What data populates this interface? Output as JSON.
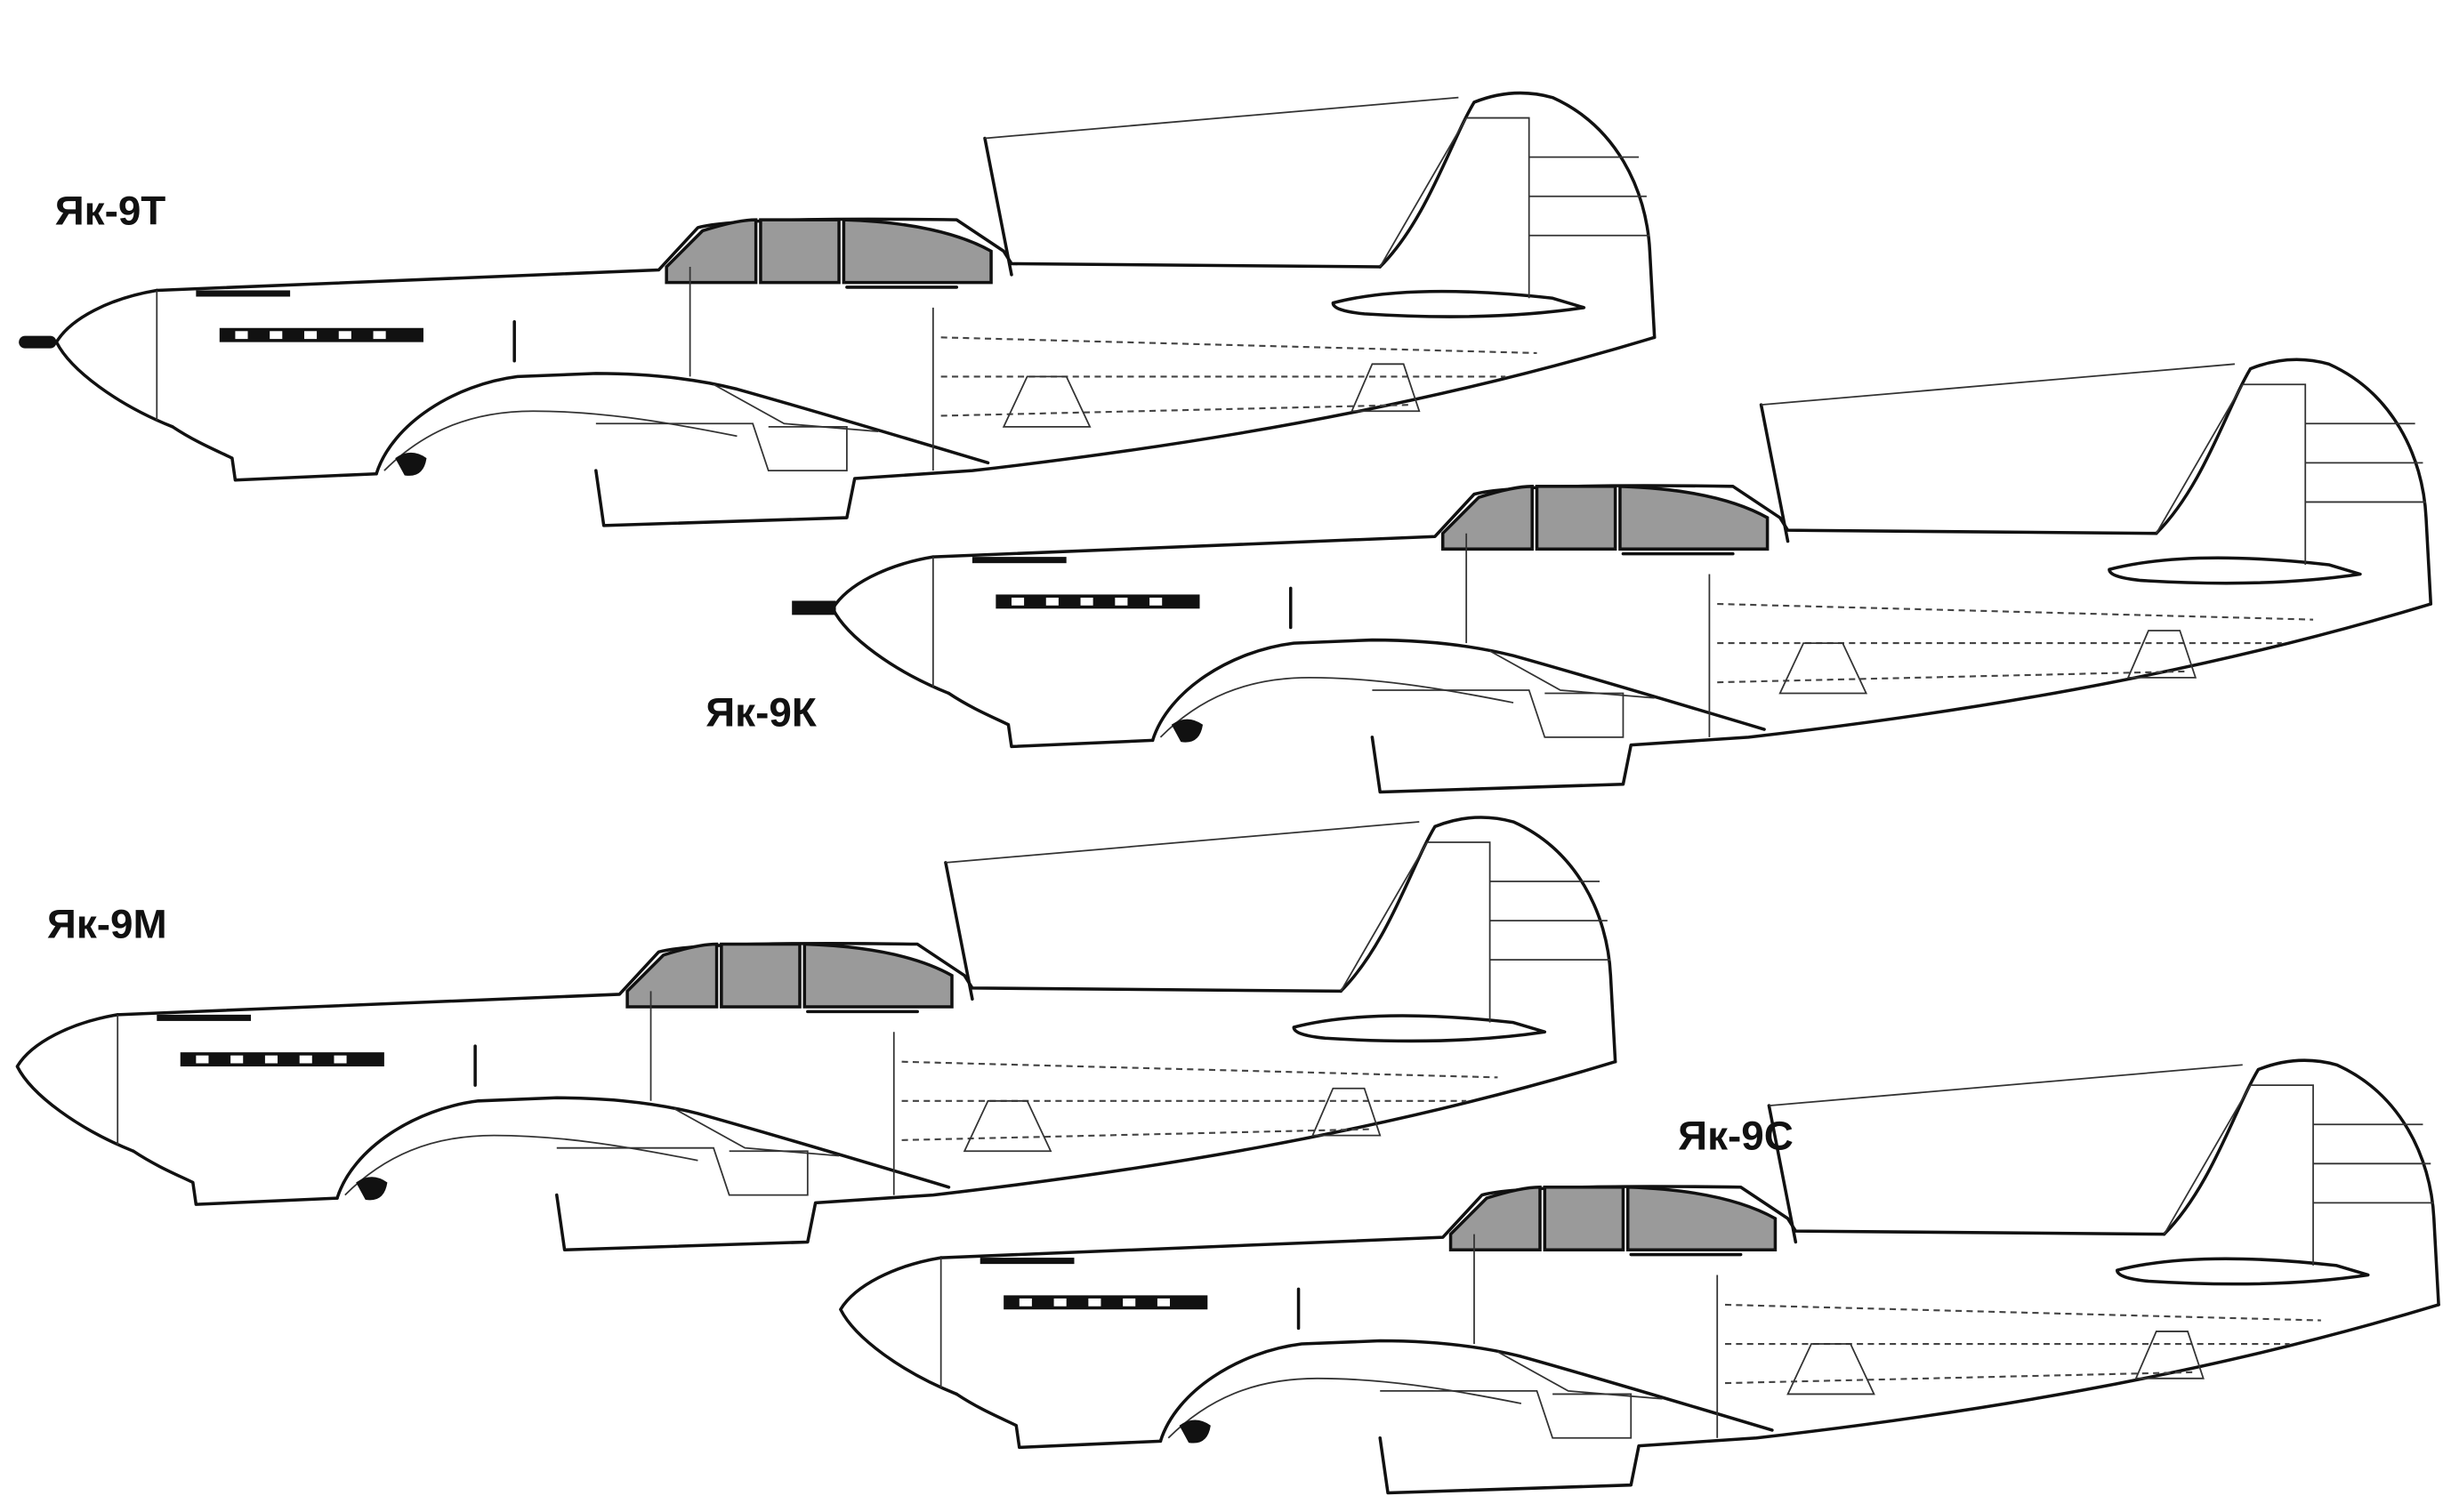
{
  "title": "Yak-9 variants side profiles",
  "aircraft": [
    {
      "label": "Як-9Т"
    },
    {
      "label": "Як-9К"
    },
    {
      "label": "Як-9М"
    },
    {
      "label": "Як-9С"
    }
  ],
  "colors": {
    "line": "#111111",
    "background": "#ffffff"
  }
}
